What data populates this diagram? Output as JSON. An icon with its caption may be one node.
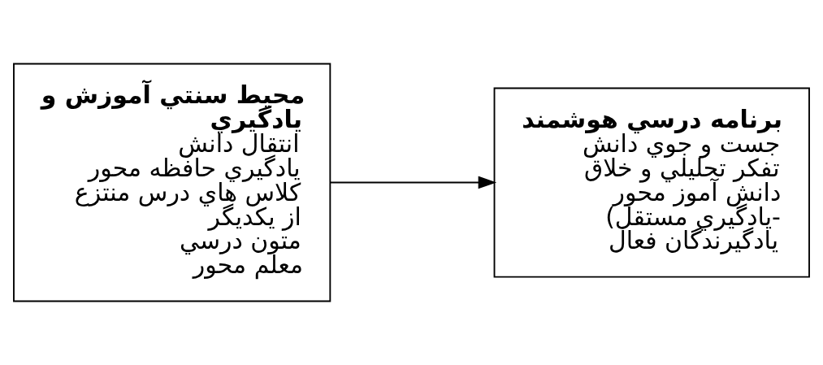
{
  "diagram": {
    "nodes": [
      {
        "text": [
          "محيط سنتي آموزش و يادگيري",
          "انتقال دانش",
          "يادگيري حافظه محور",
          "كلاس هاي درس منتزع از يكديگر",
          "متون درسي",
          "معلم محور"
        ]
      },
      {
        "text": [
          "برنامه درسي هوشمند",
          "جست و جوي دانش",
          "تفكر تحليلي و خلاق",
          "دانش آموز محور (يادگيري مستقل- يادگيرندگان فعال"
        ]
      }
    ],
    "edges": [
      {
        "from": 0,
        "to": 1,
        "arrow": "to"
      }
    ]
  }
}
